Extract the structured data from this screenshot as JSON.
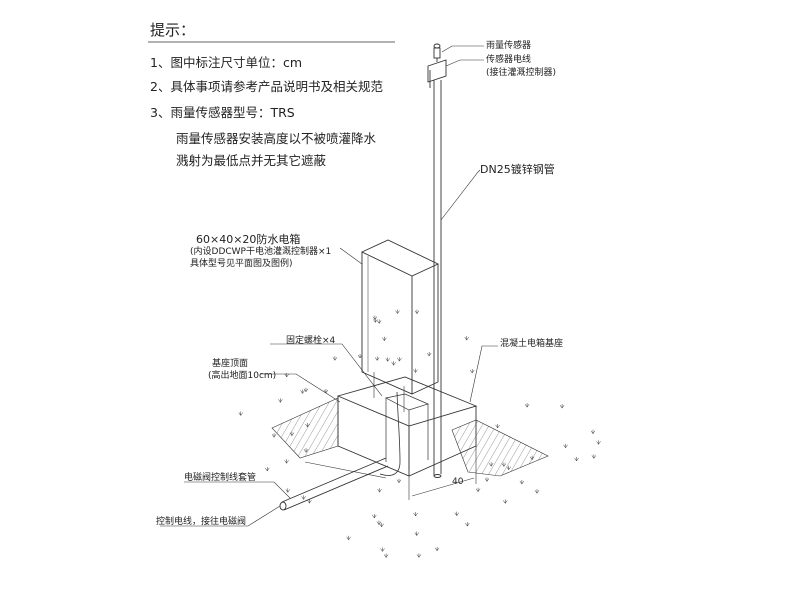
{
  "notes": {
    "heading": "提示：",
    "items": [
      "1、图中标注尺寸单位：cm",
      "2、具体事项请参考产品说明书及相关规范",
      "3、雨量传感器型号：TRS"
    ],
    "extra": [
      "雨量传感器安装高度以不被喷灌降水",
      "溅射为最低点并无其它遮蔽"
    ]
  },
  "labels": {
    "rain_sensor": "雨量传感器",
    "sensor_cable": "传感器电线",
    "sensor_cable_note": "(接往灌溉控制器)",
    "pipe": "DN25镀锌钢管",
    "box_line1": "60×40×20防水电箱",
    "box_line2": "(内设DDCWP干电池灌溉控制器×1",
    "box_line3": "具体型号见平面图及图例)",
    "bolt": "固定螺栓×4",
    "base_top": "基座顶面",
    "base_top_note": "(高出地面10cm)",
    "concrete_base": "混凝土电箱基座",
    "conduit": "电磁阀控制线套管",
    "control_cable": "控制电线，接往电磁阀",
    "dim_40": "40"
  }
}
